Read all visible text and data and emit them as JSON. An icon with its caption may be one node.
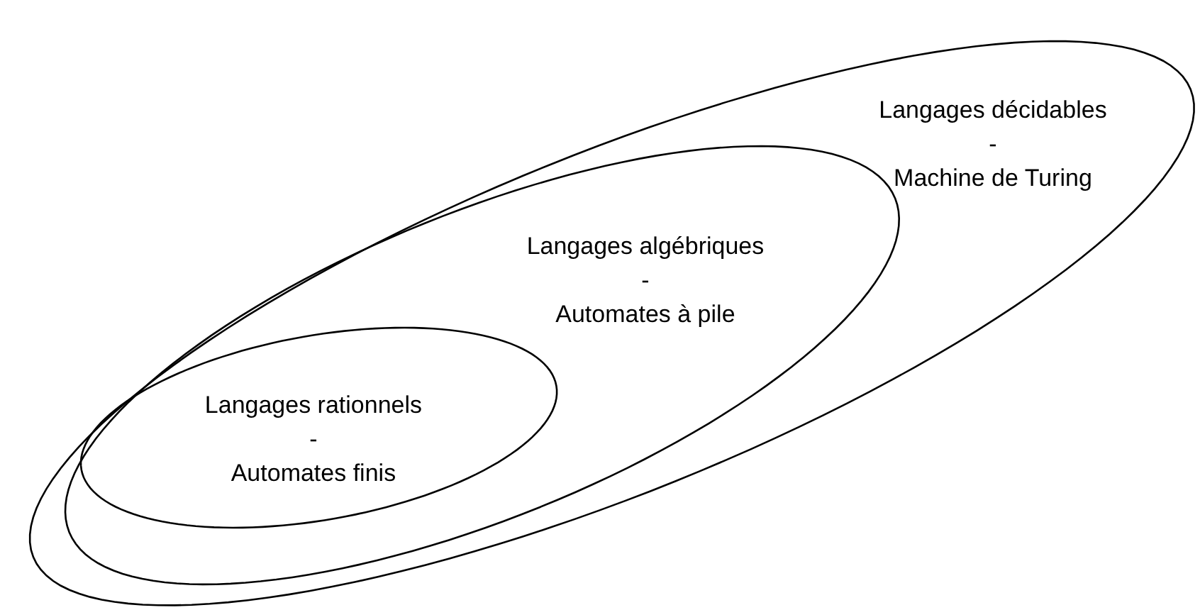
{
  "diagram": {
    "nodes": [
      {
        "text": [
          "Langages décidables",
          "-",
          "Machine de Turing"
        ]
      },
      {
        "text": [
          "Langages algébriques",
          "-",
          "Automates à pile"
        ],
        "in": 0
      },
      {
        "text": [
          "Langages rationnels",
          "-",
          "Automates finis"
        ],
        "in": 1
      }
    ]
  }
}
